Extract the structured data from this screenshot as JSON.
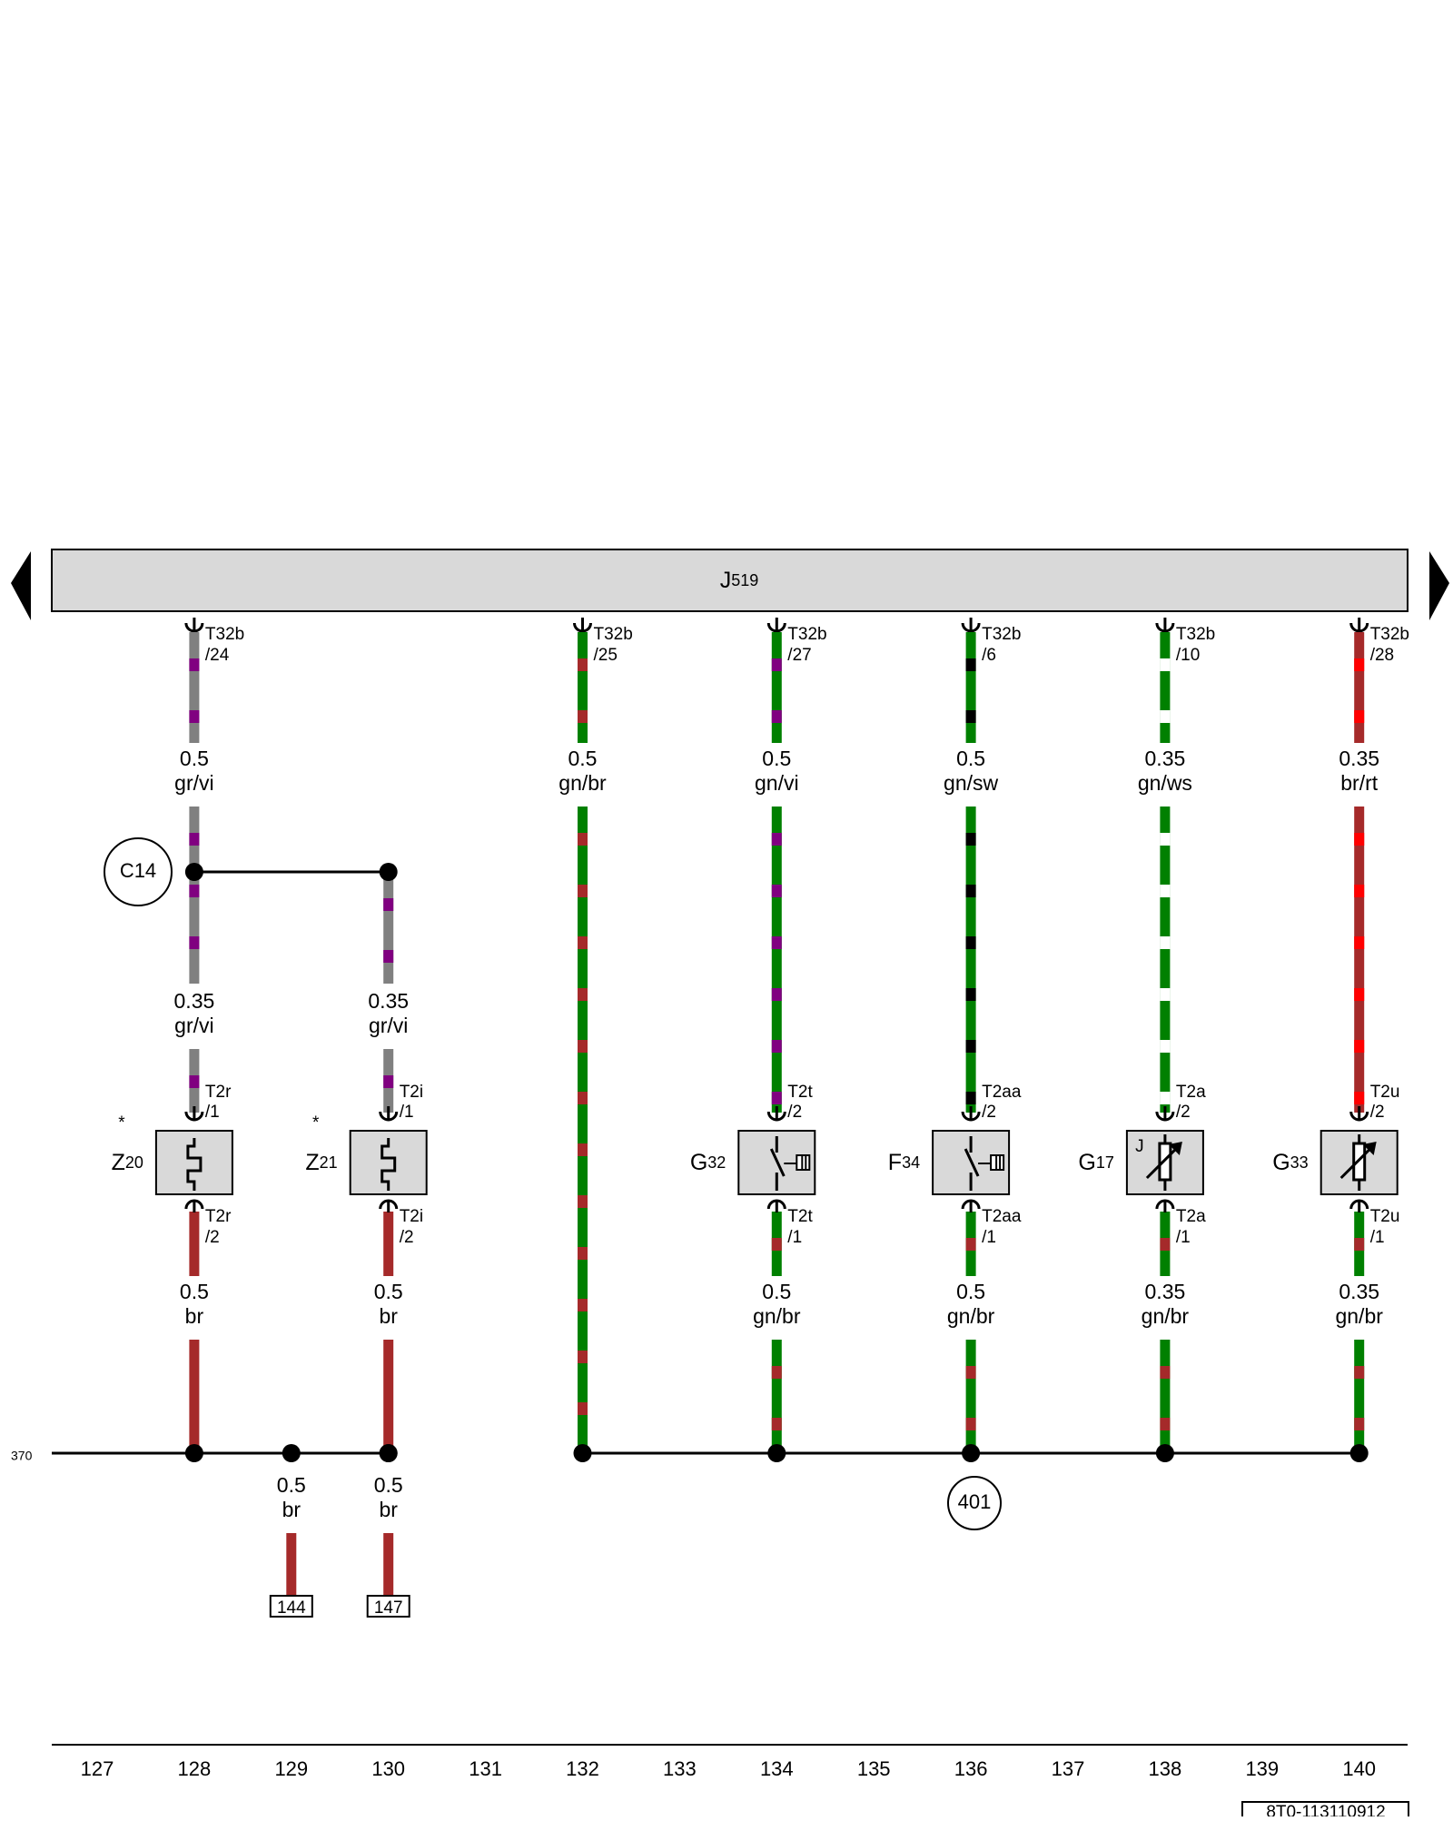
{
  "module": {
    "name": "J",
    "sub": "519"
  },
  "columns": [
    "127",
    "128",
    "129",
    "130",
    "131",
    "132",
    "133",
    "134",
    "135",
    "136",
    "137",
    "138",
    "139",
    "140"
  ],
  "row_ref": "370",
  "doc_ref": "8T0-113110912",
  "top_wires": [
    {
      "col": 128,
      "connector": "T32b",
      "pin": "/24",
      "size": "0.5",
      "color": "gr/vi",
      "c1": "#808080",
      "c2": "#800080"
    },
    {
      "col": 132,
      "connector": "T32b",
      "pin": "/25",
      "size": "0.5",
      "color": "gn/br",
      "c1": "#008000",
      "c2": "#a52a2a"
    },
    {
      "col": 134,
      "connector": "T32b",
      "pin": "/27",
      "size": "0.5",
      "color": "gn/vi",
      "c1": "#008000",
      "c2": "#800080"
    },
    {
      "col": 136,
      "connector": "T32b",
      "pin": "/6",
      "size": "0.5",
      "color": "gn/sw",
      "c1": "#008000",
      "c2": "#000000"
    },
    {
      "col": 138,
      "connector": "T32b",
      "pin": "/10",
      "size": "0.35",
      "color": "gn/ws",
      "c1": "#008000",
      "c2": "#ffffff"
    },
    {
      "col": 140,
      "connector": "T32b",
      "pin": "/28",
      "size": "0.35",
      "color": "br/rt",
      "c1": "#a52a2a",
      "c2": "#ff0000"
    }
  ],
  "junction": {
    "label": "C14"
  },
  "branch_wires": [
    {
      "col": 128,
      "size": "0.35",
      "color": "gr/vi"
    },
    {
      "col": 130,
      "size": "0.35",
      "color": "gr/vi"
    }
  ],
  "components": [
    {
      "col": 128,
      "letter": "Z",
      "number": "20",
      "star": "*",
      "type": "heater",
      "pin_top_conn": "T2r",
      "pin_top": "/1",
      "pin_bot_conn": "T2r",
      "pin_bot": "/2",
      "size": "0.5",
      "color": "br",
      "c1": "#a52a2a",
      "c2": "#a52a2a"
    },
    {
      "col": 130,
      "letter": "Z",
      "number": "21",
      "star": "*",
      "type": "heater",
      "pin_top_conn": "T2i",
      "pin_top": "/1",
      "pin_bot_conn": "T2i",
      "pin_bot": "/2",
      "size": "0.5",
      "color": "br",
      "c1": "#a52a2a",
      "c2": "#a52a2a"
    },
    {
      "col": 134,
      "letter": "G",
      "number": "32",
      "star": "",
      "type": "switch",
      "pin_top_conn": "T2t",
      "pin_top": "/2",
      "pin_bot_conn": "T2t",
      "pin_bot": "/1",
      "size": "0.5",
      "color": "gn/br",
      "c1": "#008000",
      "c2": "#a52a2a"
    },
    {
      "col": 136,
      "letter": "F",
      "number": "34",
      "star": "",
      "type": "switch",
      "pin_top_conn": "T2aa",
      "pin_top": "/2",
      "pin_bot_conn": "T2aa",
      "pin_bot": "/1",
      "size": "0.5",
      "color": "gn/br",
      "c1": "#008000",
      "c2": "#a52a2a"
    },
    {
      "col": 138,
      "letter": "G",
      "number": "17",
      "star": "",
      "type": "thermistor",
      "mark": "J",
      "pin_top_conn": "T2a",
      "pin_top": "/2",
      "pin_bot_conn": "T2a",
      "pin_bot": "/1",
      "size": "0.35",
      "color": "gn/br",
      "c1": "#008000",
      "c2": "#a52a2a"
    },
    {
      "col": 140,
      "letter": "G",
      "number": "33",
      "star": "",
      "type": "thermistor",
      "pin_top_conn": "T2u",
      "pin_top": "/2",
      "pin_bot_conn": "T2u",
      "pin_bot": "/1",
      "size": "0.35",
      "color": "gn/br",
      "c1": "#008000",
      "c2": "#a52a2a"
    }
  ],
  "ground_junction": {
    "label": "401"
  },
  "ref_wires": [
    {
      "col": 129,
      "size": "0.5",
      "color": "br",
      "target": "144"
    },
    {
      "col": 130,
      "size": "0.5",
      "color": "br",
      "target": "147"
    }
  ]
}
